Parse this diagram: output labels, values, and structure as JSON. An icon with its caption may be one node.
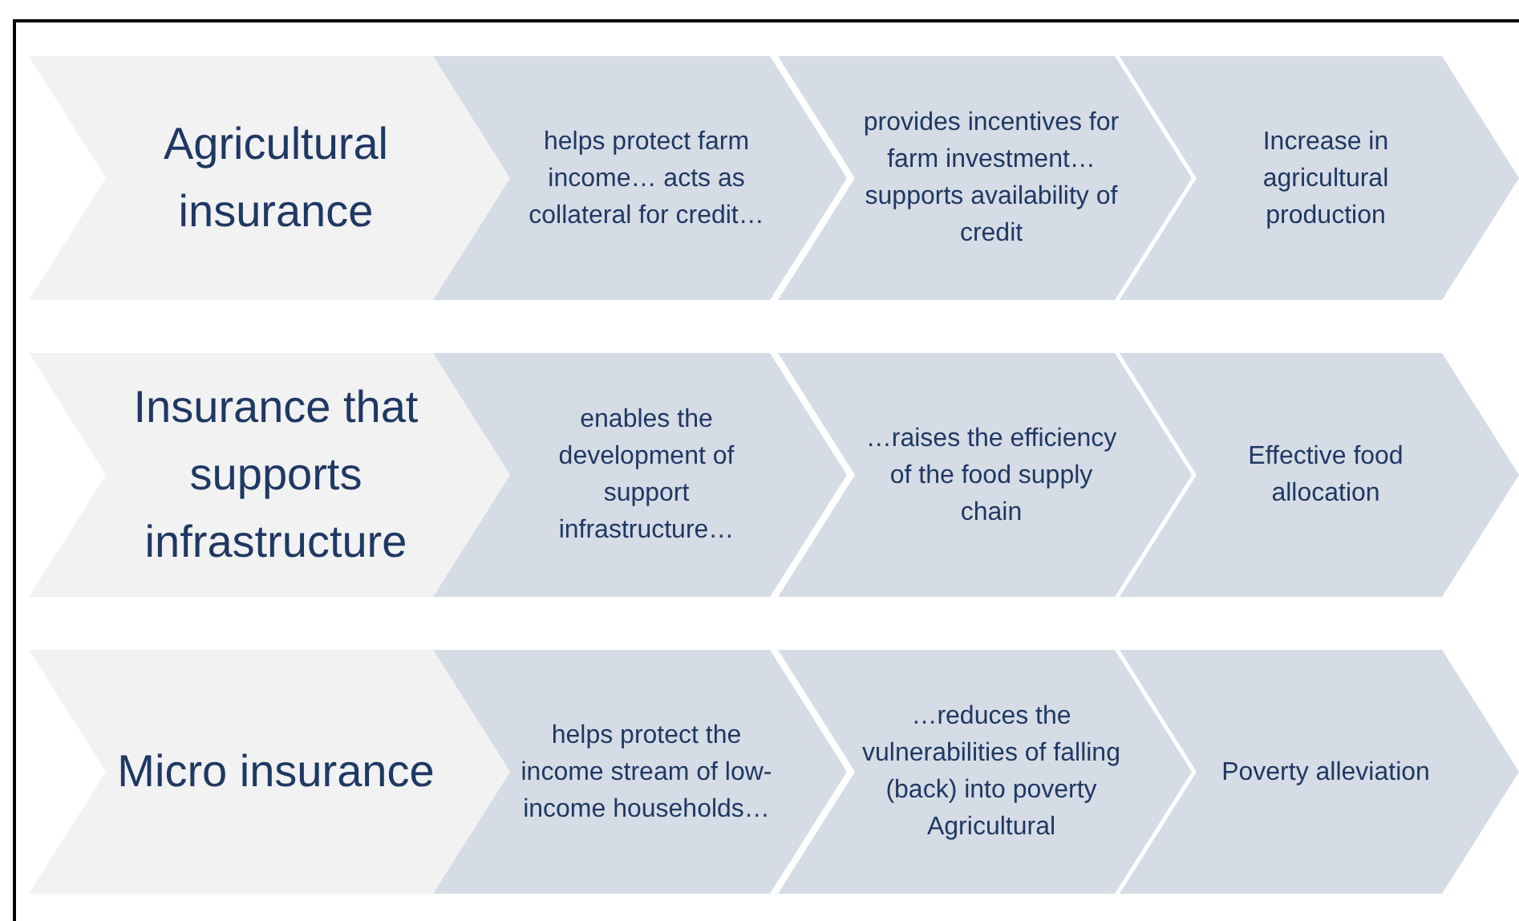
{
  "diagram": {
    "nodes": [
      {
        "text": [
          "Agricultural insurance"
        ]
      },
      {
        "text": [
          "helps protect farm income… acts as collateral for credit…"
        ]
      },
      {
        "text": [
          "provides incentives for farm investment…supports availability of credit"
        ]
      },
      {
        "text": [
          "Increase in agricultural production"
        ]
      },
      {
        "text": [
          "Insurance that supports infrastructure"
        ]
      },
      {
        "text": [
          "enables the development of support infrastructure…"
        ]
      },
      {
        "text": [
          "…raises the efficiency of the food supply chain"
        ]
      },
      {
        "text": [
          "Effective food allocation"
        ]
      },
      {
        "text": [
          "Micro insurance"
        ]
      },
      {
        "text": [
          "helps protect the income stream of low-income households…"
        ]
      },
      {
        "text": [
          "…reduces the vulnerabilities of falling (back) into poverty Agricultural"
        ]
      },
      {
        "text": [
          "Poverty alleviation"
        ]
      }
    ]
  }
}
